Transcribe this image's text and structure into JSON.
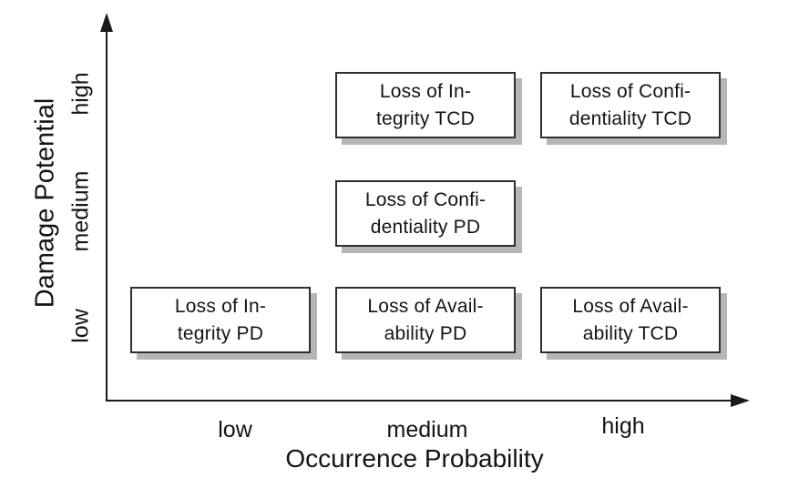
{
  "figure": {
    "x_axis": {
      "label": "Occurrence Probability",
      "ticks": [
        "low",
        "medium",
        "high"
      ]
    },
    "y_axis": {
      "label": "Damage Potential",
      "ticks": [
        "low",
        "medium",
        "high"
      ]
    },
    "boxes": [
      {
        "name": "loss-integrity-tcd",
        "line1": "Loss of In-",
        "line2": "tegrity TCD",
        "occurrence": "medium",
        "damage": "high"
      },
      {
        "name": "loss-confidentiality-tcd",
        "line1": "Loss of Confi-",
        "line2": "dentiality TCD",
        "occurrence": "high",
        "damage": "high"
      },
      {
        "name": "loss-confidentiality-pd",
        "line1": "Loss of Confi-",
        "line2": "dentiality PD",
        "occurrence": "medium",
        "damage": "medium"
      },
      {
        "name": "loss-integrity-pd",
        "line1": "Loss of In-",
        "line2": "tegrity PD",
        "occurrence": "low",
        "damage": "low"
      },
      {
        "name": "loss-availability-pd",
        "line1": "Loss of Avail-",
        "line2": "ability PD",
        "occurrence": "medium",
        "damage": "low"
      },
      {
        "name": "loss-availability-tcd",
        "line1": "Loss of Avail-",
        "line2": "ability TCD",
        "occurrence": "high",
        "damage": "low"
      }
    ]
  },
  "colors": {
    "text": "#141414",
    "axis": "#1a1a1a",
    "box_fill": "#ffffff",
    "box_border": "#2f2f2f",
    "box_shadow": "#b6b6b6",
    "background": "#ffffff"
  },
  "chart_data": {
    "type": "scatter",
    "title": "",
    "xlabel": "Occurrence Probability",
    "ylabel": "Damage Potential",
    "x_ticks": [
      "low",
      "medium",
      "high"
    ],
    "y_ticks": [
      "low",
      "medium",
      "high"
    ],
    "grid": false,
    "legend": false,
    "points": [
      {
        "label": "Loss of Integrity TCD",
        "x": "medium",
        "y": "high"
      },
      {
        "label": "Loss of Confidentiality TCD",
        "x": "high",
        "y": "high"
      },
      {
        "label": "Loss of Confidentiality PD",
        "x": "medium",
        "y": "medium"
      },
      {
        "label": "Loss of Integrity PD",
        "x": "low",
        "y": "low"
      },
      {
        "label": "Loss of Availability PD",
        "x": "medium",
        "y": "low"
      },
      {
        "label": "Loss of Availability TCD",
        "x": "high",
        "y": "low"
      }
    ]
  }
}
